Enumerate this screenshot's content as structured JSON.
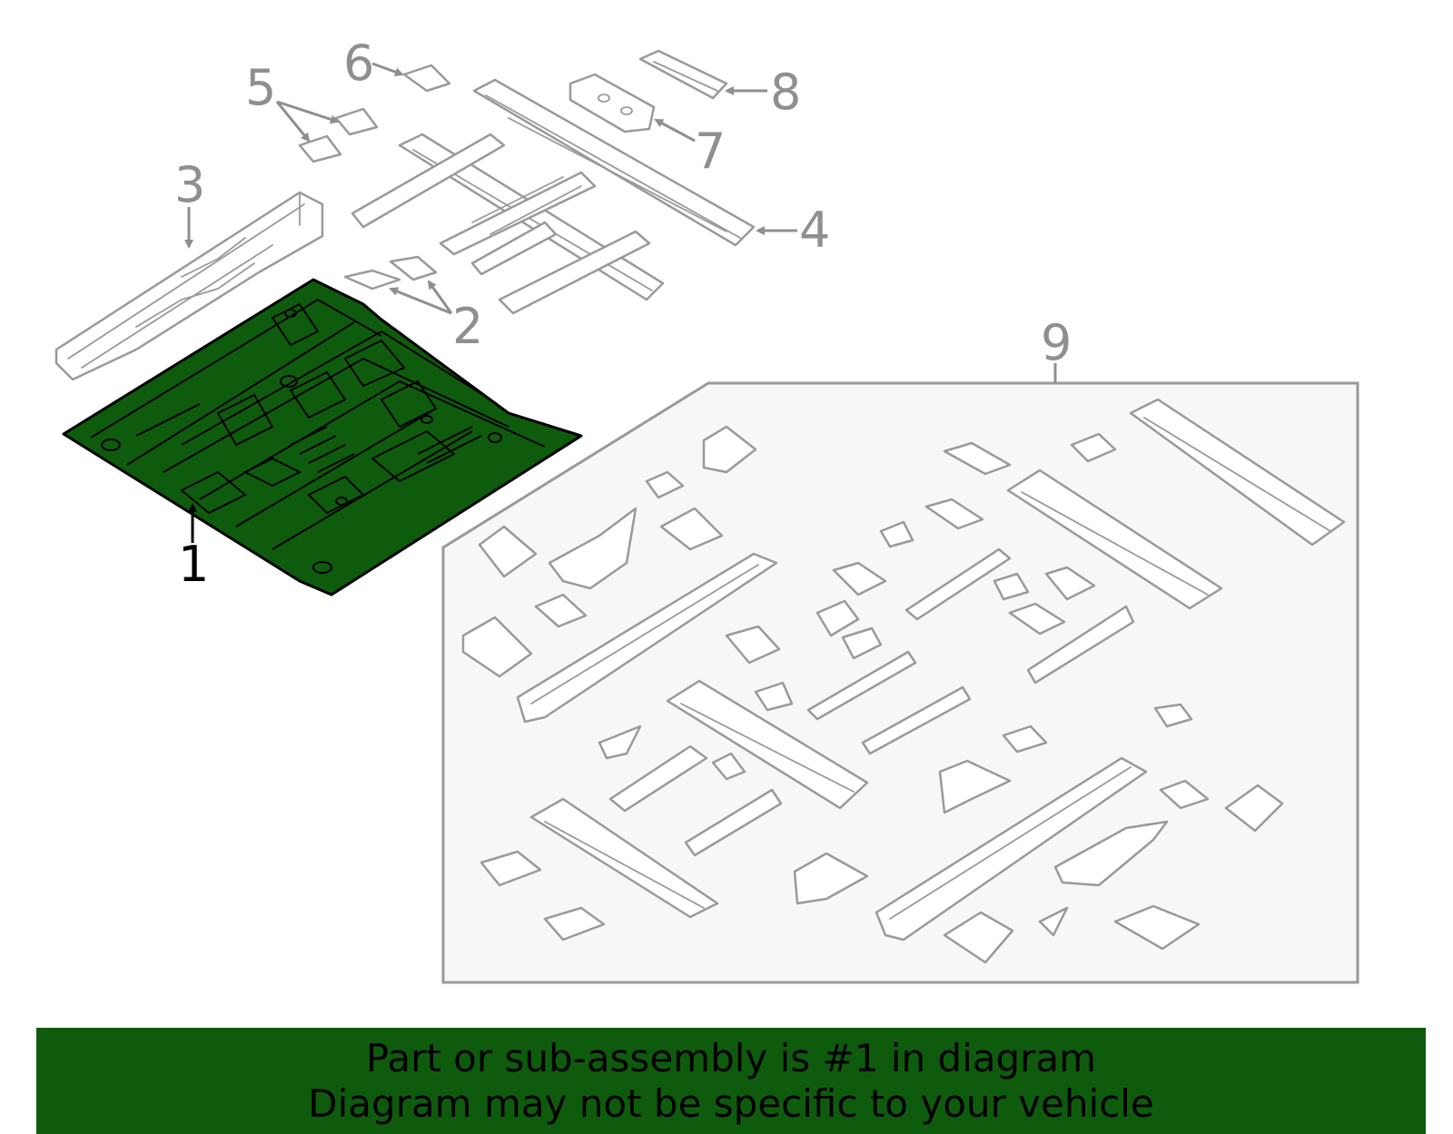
{
  "diagram": {
    "callouts": {
      "c1": "1",
      "c2": "2",
      "c3": "3",
      "c4": "4",
      "c5": "5",
      "c6": "6",
      "c7": "7",
      "c8": "8",
      "c9": "9"
    },
    "highlight_part": "1",
    "colors": {
      "highlight_fill": "#0f5b0d",
      "line_gray": "#9a9a9a",
      "kit_background": "#f7f7f7"
    }
  },
  "footer": {
    "line1": "Part or sub-assembly is #1 in diagram",
    "line2": "Diagram may not be specific to your vehicle"
  }
}
